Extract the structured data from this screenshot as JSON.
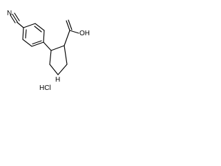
{
  "labels": {
    "nitrile_n": "N",
    "carboxyl_oh": "OH",
    "ring_nh": "H",
    "salt": "HCl"
  },
  "colors": {
    "ink": "#000000",
    "background": "#ffffff"
  }
}
